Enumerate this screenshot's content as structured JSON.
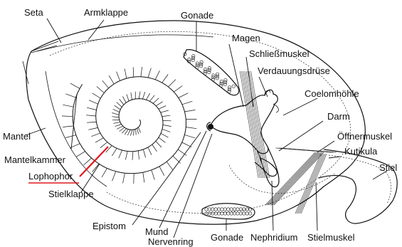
{
  "labels": {
    "seta": "Seta",
    "armklappe": "Armklappe",
    "gonade_top": "Gonade",
    "magen": "Magen",
    "schliessmuskel": "Schließmuskel",
    "verdauungsdruese": "Verdauungsdrüse",
    "coelomhoehle": "Coelomhöhle",
    "darm": "Darm",
    "oeffnermuskel": "Öffnermuskel",
    "kutikula": "Kutikula",
    "stiel": "Stiel",
    "mantel": "Mantel",
    "mantelkammer": "Mantelkammer",
    "lophophor": "Lophophor",
    "stielklappe": "Stielklappe",
    "epistom": "Epistom",
    "mund": "Mund",
    "nervenring": "Nervenring",
    "gonade_bottom": "Gonade",
    "nephridium": "Nephridium",
    "stielmuskel": "Stielmuskel"
  },
  "colors": {
    "highlight": "#e0191e",
    "ink": "#111111"
  }
}
